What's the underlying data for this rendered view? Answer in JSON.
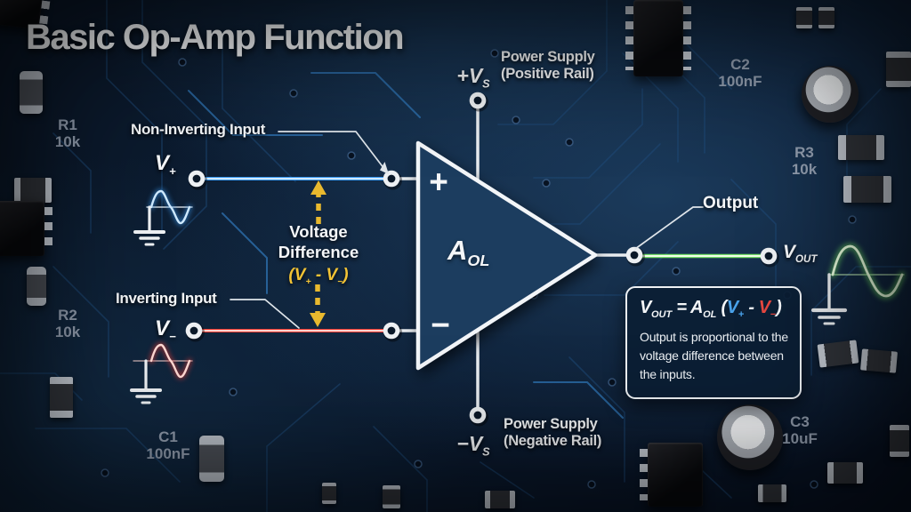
{
  "title": "Basic Op-Amp Function",
  "opamp": {
    "gain": "A",
    "gain_sub": "OL",
    "plus": "+",
    "minus": "−"
  },
  "inputs": {
    "non_inverting_label": "Non-Inverting Input",
    "inverting_label": "Inverting Input",
    "v_plus": {
      "base": "V",
      "sub": "+"
    },
    "v_minus": {
      "base": "V",
      "sub": "−"
    }
  },
  "output": {
    "label": "Output",
    "v_out": {
      "base": "V",
      "sub": "OUT"
    }
  },
  "power": {
    "positive": {
      "symbol": "+V",
      "sub": "S",
      "line1": "Power Supply",
      "line2": "(Positive Rail)"
    },
    "negative": {
      "symbol": "−V",
      "sub": "S",
      "line1": "Power Supply",
      "line2": "(Negative Rail)"
    }
  },
  "voltage_difference": {
    "line1": "Voltage",
    "line2": "Difference",
    "open": "(",
    "v1": "V",
    "s1": "+",
    "sep": " - ",
    "v2": "V",
    "s2": "−",
    "close": ")"
  },
  "formula_box": {
    "v": "V",
    "v_sub": "OUT",
    "eq": " = ",
    "a": "A",
    "a_sub": "OL",
    "open": "(",
    "vp": "V",
    "vp_sub": "+",
    "sep": " - ",
    "vm": "V",
    "vm_sub": "−",
    "close": ")",
    "desc_lines": [
      "Output is proportional to the",
      "voltage difference between",
      "the inputs."
    ]
  },
  "board_labels": [
    {
      "ref": "R1",
      "value": "10k"
    },
    {
      "ref": "R2",
      "value": "10k"
    },
    {
      "ref": "C1",
      "value": "100nF"
    },
    {
      "ref": "C2",
      "value": "100nF"
    },
    {
      "ref": "R3",
      "value": "10k"
    },
    {
      "ref": "C3",
      "value": "10uF"
    }
  ],
  "colors": {
    "wire_blue": "#3b9cf5",
    "wire_red": "#f03a30",
    "wire_green": "#77e06b",
    "accent_yellow": "#e9b92e",
    "triangle_fill": "#1e3c5f",
    "board_bg": "#0b1a2e"
  }
}
